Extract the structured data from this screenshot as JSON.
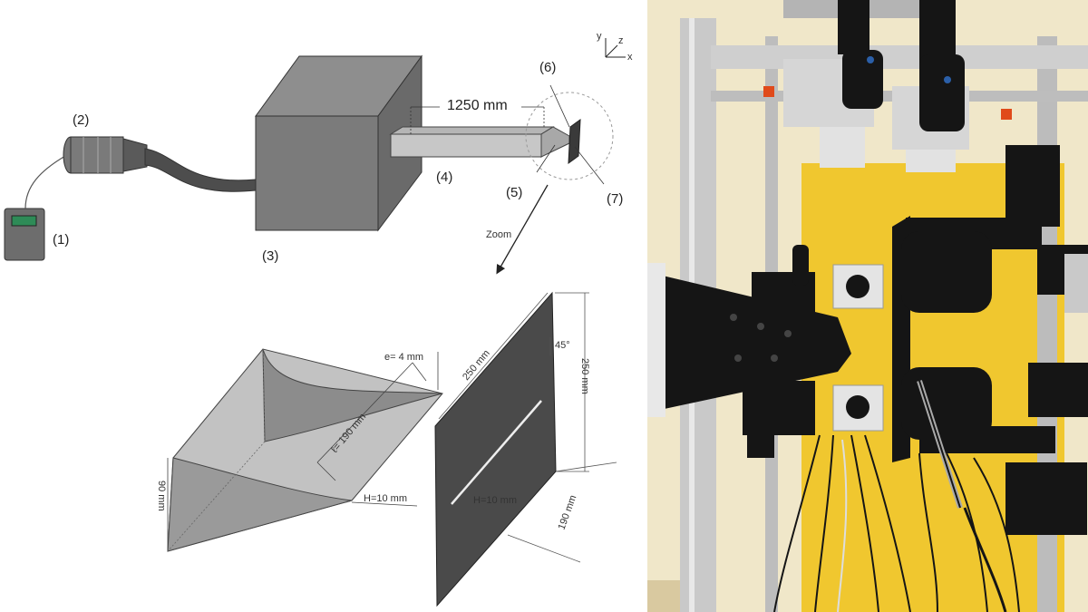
{
  "diagram": {
    "axes": {
      "y": "y",
      "z": "z",
      "x": "x"
    },
    "labels": {
      "l1": "(1)",
      "l2": "(2)",
      "l3": "(3)",
      "l4": "(4)",
      "l5": "(5)",
      "l6": "(6)",
      "l7": "(7)"
    },
    "duct_length": "1250 mm",
    "zoom": "Zoom",
    "dims": {
      "e": "e= 4 mm",
      "l": "ℓ= 190 mm",
      "h_nozzle": "H=10 mm",
      "h_plate": "H=10 mm",
      "height": "90 mm",
      "plate_top": "250 mm",
      "plate_side": "250 mm",
      "plate_bottom": "190 mm",
      "angle": "45°"
    }
  },
  "photo": {
    "colors": {
      "wall": "#f0e7c9",
      "panel": "#f0c72f",
      "metal": "#c9c9c9",
      "black": "#151515"
    }
  }
}
